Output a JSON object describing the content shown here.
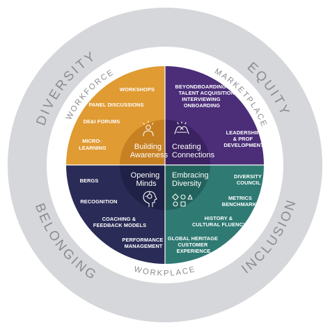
{
  "colors": {
    "outer_ring": "#d6d7da",
    "inner_ring": "#ffffff",
    "ring_text": "#8a8c91",
    "orange": "#e09b33",
    "purple": "#4b2d78",
    "navy": "#2a2c57",
    "teal": "#2f7a73",
    "center_orange": "#c78122",
    "center_purple": "#3b2260",
    "center_navy": "#1f2146",
    "center_teal": "#23635d"
  },
  "outer_ring": {
    "diversity": "DIVERSITY",
    "equity": "EQUITY",
    "belonging": "BELONGING",
    "inclusion": "INCLUSION"
  },
  "inner_ring": {
    "workforce": "WORKFORCE",
    "marketplace": "MARKETPLACE",
    "workplace": "WORKPLACE"
  },
  "quadrants": {
    "top_left": {
      "title": [
        "Building",
        "Awareness"
      ],
      "icon": "person-lightbulb-icon",
      "items": [
        [
          "WORKSHOPS"
        ],
        [
          "PANEL DISCUSSIONS"
        ],
        [
          "DE&I FORUMS"
        ],
        [
          "MICRO-",
          "LEARNING"
        ]
      ]
    },
    "top_right": {
      "title": [
        "Creating",
        "Connections"
      ],
      "icon": "handshake-icon",
      "items": [
        [
          "BEYONDBOARDING®",
          "TALENT ACQUISITION",
          "INTERVIEWING",
          "ONBOARDING"
        ],
        [
          "LEADERSHIP",
          "& PROF",
          "DEVELOPMENT"
        ]
      ]
    },
    "bottom_left": {
      "title": [
        "Opening",
        "Minds"
      ],
      "icon": "head-brain-icon",
      "items": [
        [
          "BERGS"
        ],
        [
          "RECOGNITION"
        ],
        [
          "COACHING &",
          "FEEDBACK MODELS"
        ],
        [
          "PERFORMANCE",
          "MANAGEMENT"
        ]
      ]
    },
    "bottom_right": {
      "title": [
        "Embracing",
        "Diversity"
      ],
      "icon": "shapes-icon",
      "items": [
        [
          "DIVERSITY",
          "COUNCIL"
        ],
        [
          "METRICS",
          "BENCHMARKS"
        ],
        [
          "HISTORY &",
          "CULTURAL FLUENCY"
        ],
        [
          "GLOBAL HERITAGE",
          "CUSTOMER",
          "EXPERIENCE"
        ]
      ]
    }
  }
}
